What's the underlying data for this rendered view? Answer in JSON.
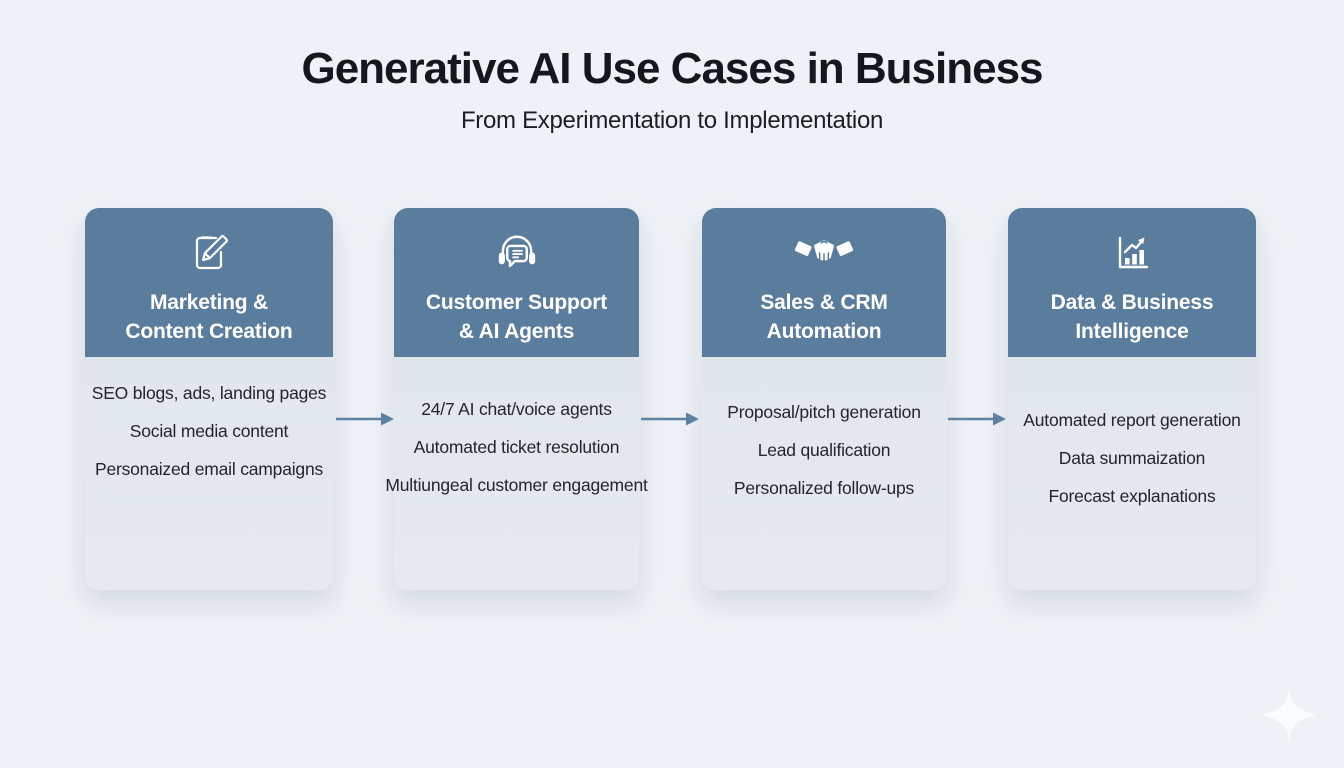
{
  "header": {
    "title": "Generative AI Use Cases in Business",
    "subtitle": "From Experimentation to Implementation"
  },
  "cards": [
    {
      "icon": "edit-note-icon",
      "title_line1": "Marketing &",
      "title_line2": "Content Creation",
      "items": [
        "SEO blogs, ads, landing pages",
        "Social media content",
        "Personaized email campaigns"
      ]
    },
    {
      "icon": "headset-chat-icon",
      "title_line1": "Customer Support",
      "title_line2": "& AI Agents",
      "items": [
        "24/7 AI chat/voice agents",
        "Automated ticket resolution",
        "Multiungeal customer engagement"
      ]
    },
    {
      "icon": "handshake-icon",
      "title_line1": "Sales & CRM",
      "title_line2": "Automation",
      "items": [
        "Proposal/pitch generation",
        "Lead qualification",
        "Personalized follow-ups"
      ]
    },
    {
      "icon": "bar-chart-icon",
      "title_line1": "Data & Business",
      "title_line2": "Intelligence",
      "items": [
        "Automated report generation",
        "Data summaization",
        "Forecast explanations"
      ]
    }
  ],
  "connectors": [
    "arrow-right",
    "arrow-right",
    "arrow-right"
  ],
  "watermark": "sparkle",
  "colors": {
    "background": "#eef1f5",
    "card_header": "#5b7d9d",
    "card_body": "#e4e8ee",
    "arrow": "#5e81a1",
    "title_text": "#14171c",
    "body_text": "#22262c",
    "header_text": "#ffffff"
  }
}
